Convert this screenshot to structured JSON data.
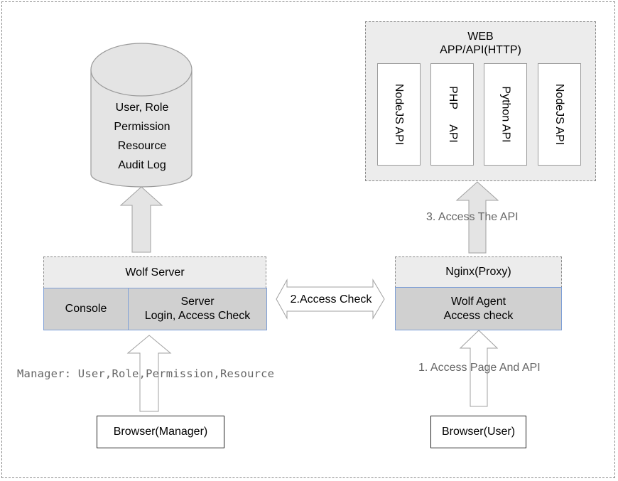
{
  "database": {
    "lines": [
      "User, Role",
      "Permission",
      "Resource",
      "Audit Log"
    ]
  },
  "wolf_server": {
    "title": "Wolf Server",
    "console": "Console",
    "server_line1": "Server",
    "server_line2": "Login, Access Check"
  },
  "access_check": "2.Access Check",
  "nginx": {
    "title": "Nginx(Proxy)",
    "agent_line1": "Wolf Agent",
    "agent_line2": "Access check"
  },
  "web": {
    "title_line1": "WEB",
    "title_line2": "APP/API(HTTP)",
    "apis": [
      "NodeJS API",
      "PHP     API",
      "Python API",
      "NodeJS API"
    ]
  },
  "labels": {
    "access_api": "3. Access The API",
    "access_page": "1. Access Page And API",
    "manager": "Manager: User,Role,Permission,Resource"
  },
  "browsers": {
    "manager": "Browser(Manager)",
    "user": "Browser(User)"
  }
}
